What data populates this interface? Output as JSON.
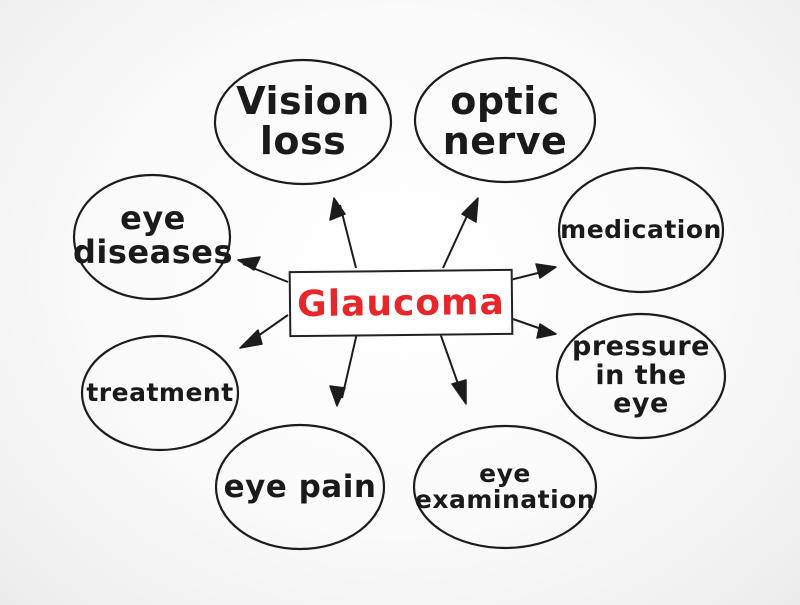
{
  "central_topic": "Glaucoma",
  "colors": {
    "center_text": "#e8262a",
    "ink": "#1a1a1a"
  },
  "branches": [
    {
      "lines": [
        "Vision",
        "loss"
      ]
    },
    {
      "lines": [
        "optic",
        "nerve"
      ]
    },
    {
      "lines": [
        "medication"
      ]
    },
    {
      "lines": [
        "pressure",
        "in the eye"
      ]
    },
    {
      "lines": [
        "eye",
        "examination"
      ]
    },
    {
      "lines": [
        "eye pain"
      ]
    },
    {
      "lines": [
        "treatment"
      ]
    },
    {
      "lines": [
        "eye",
        "diseases"
      ]
    }
  ]
}
